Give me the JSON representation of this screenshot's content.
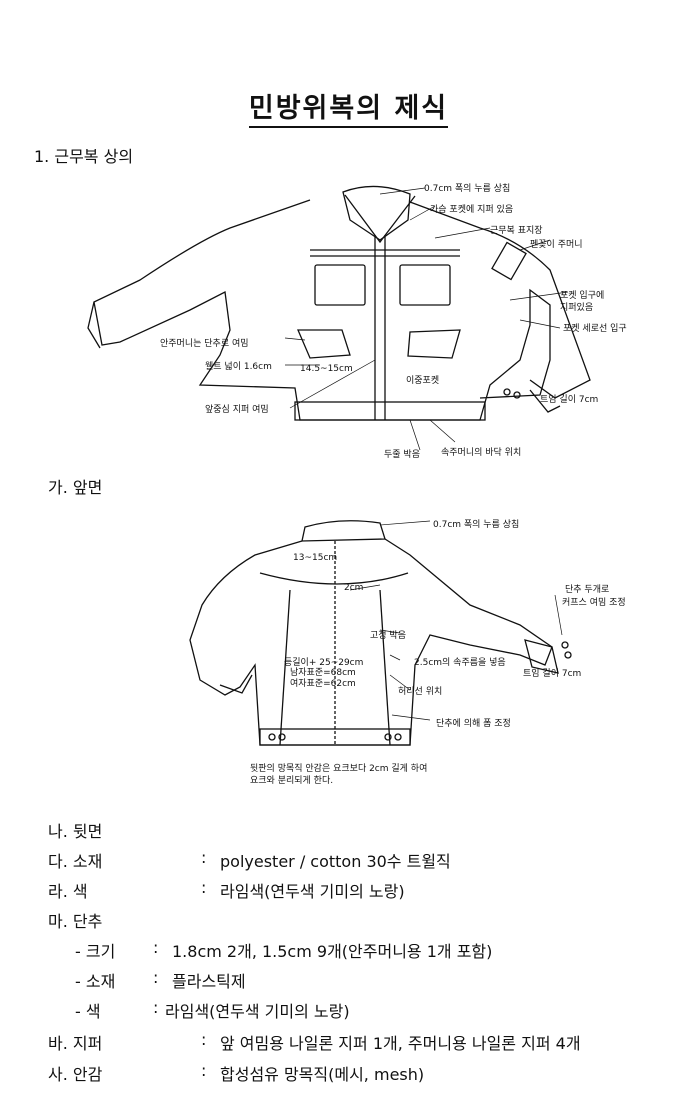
{
  "title": "민방위복의 제식",
  "section1": "1. 근무복 상의",
  "front_heading": "가. 앞면",
  "front_labels": {
    "collar_stitch": "0.7cm 폭의 누름 상침",
    "chest_zip": "가슴 포켓에 지퍼 있음",
    "emblem": "근무복 표지장",
    "pen_pocket": "펜꽂이 주머니",
    "pocket_entry_1": "포켓 입구에",
    "pocket_entry_2": "지퍼있음",
    "pocket_vertical": "포켓 세로선 입구",
    "inner_pocket": "안주머니는 단추로 여밈",
    "welt": "웰트 넓이 1.6cm",
    "welt_size": "14.5~15cm",
    "double_pocket": "이중포켓",
    "cuff_slit": "트임 길이 7cm",
    "front_zip": "앞중심 지퍼 여밈",
    "double_stitch": "두줄 박음",
    "inner_pocket_bottom": "속주머니의 바닥 위치"
  },
  "back_labels": {
    "collar_stitch": "0.7cm 폭의 누름 상침",
    "yoke_height": "13~15cm",
    "yoke_gap": "2cm",
    "fixed_stitch": "고정 박음",
    "cuff_btn_1": "단추 두개로",
    "cuff_btn_2": "커프스 여밈 조정",
    "length_1": "등길이+ 25~29cm",
    "length_2": "남자표준=68cm",
    "length_3": "여자표준=62cm",
    "sleeve_stitch": "2.5cm의 속주름을 넣음",
    "cuff_slit": "트임 길이 7cm",
    "waist": "허리선 위치",
    "hem_button": "단추에 의해 폼 조정",
    "note_1": "뒷판의 망목직 안감은 요크보다 2cm 길게 하여",
    "note_2": "요크와 분리되게 한다."
  },
  "back_heading": "나. 뒷면",
  "specs": [
    {
      "label": "다. 소재",
      "colon": ":",
      "value": "polyester / cotton 30수 트윌직"
    },
    {
      "label": "라. 색",
      "colon": ":",
      "value": "라임색(연두색 기미의 노랑)"
    },
    {
      "label": "마. 단추",
      "colon": "",
      "value": ""
    },
    {
      "label": "- 크기",
      "colon": ":",
      "value": "1.8cm 2개, 1.5cm 9개(안주머니용 1개 포함)"
    },
    {
      "label": "- 소재",
      "colon": ":",
      "value": "플라스틱제"
    },
    {
      "label": "- 색",
      "colon": ":",
      "value": "라임색(연두색 기미의 노랑)"
    },
    {
      "label": "바. 지퍼",
      "colon": ":",
      "value": "앞 여밈용 나일론 지퍼 1개, 주머니용 나일론 지퍼 4개"
    },
    {
      "label": "사. 안감",
      "colon": ":",
      "value": "합성섬유 망목직(메시, mesh)"
    }
  ]
}
